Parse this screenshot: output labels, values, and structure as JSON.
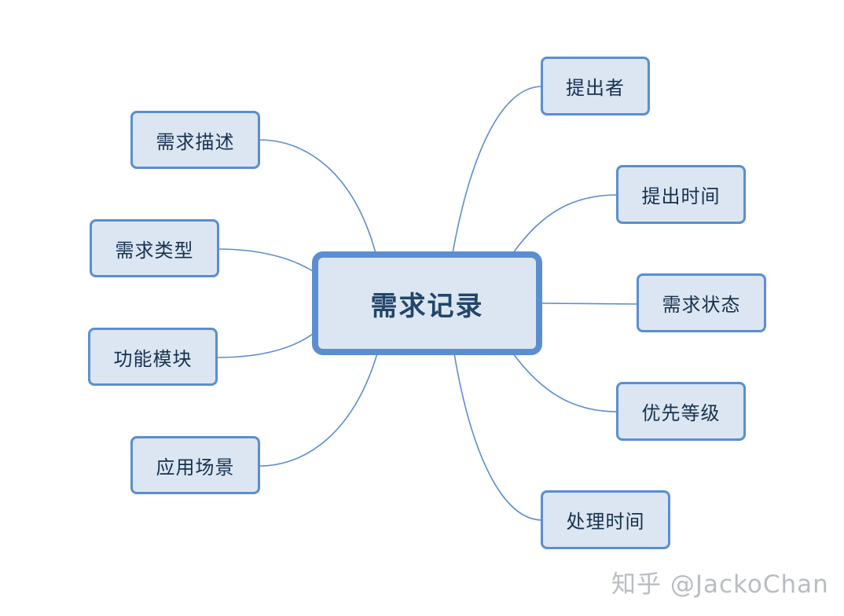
{
  "diagram": {
    "center": {
      "id": "center",
      "label": "需求记录"
    },
    "left_branches": [
      {
        "id": "desc",
        "label": "需求描述"
      },
      {
        "id": "type",
        "label": "需求类型"
      },
      {
        "id": "module",
        "label": "功能模块"
      },
      {
        "id": "scene",
        "label": "应用场景"
      }
    ],
    "right_branches": [
      {
        "id": "submitter",
        "label": "提出者"
      },
      {
        "id": "submit_time",
        "label": "提出时间"
      },
      {
        "id": "status",
        "label": "需求状态"
      },
      {
        "id": "priority",
        "label": "优先等级"
      },
      {
        "id": "handle_time",
        "label": "处理时间"
      }
    ],
    "edges": [
      [
        "center",
        "desc"
      ],
      [
        "center",
        "type"
      ],
      [
        "center",
        "module"
      ],
      [
        "center",
        "scene"
      ],
      [
        "center",
        "submitter"
      ],
      [
        "center",
        "submit_time"
      ],
      [
        "center",
        "status"
      ],
      [
        "center",
        "priority"
      ],
      [
        "center",
        "handle_time"
      ]
    ]
  },
  "watermark": "知乎 @JackoChan",
  "colors": {
    "node_fill": "#dce6f2",
    "node_border": "#5b8ed0",
    "edge": "#5b8ed0",
    "text": "#16314f",
    "watermark": "#b9bdc3"
  }
}
